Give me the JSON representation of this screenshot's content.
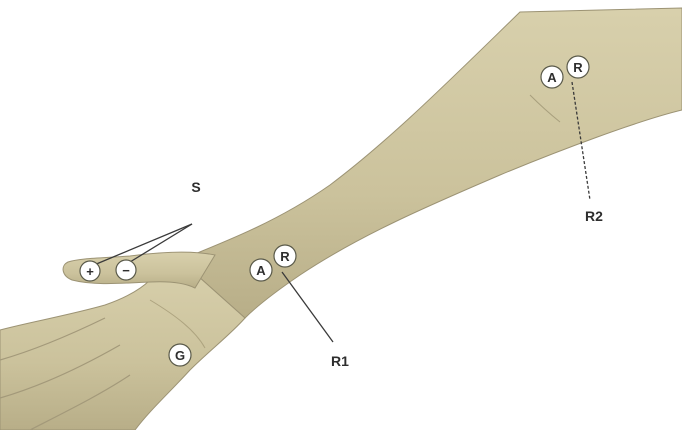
{
  "labels": {
    "stimulator": "S",
    "anode_distal": "A",
    "reference_distal": "R",
    "anode_proximal": "A",
    "reference_proximal": "R",
    "ground": "G",
    "recording_1": "R1",
    "recording_2": "R2",
    "positive": "+",
    "negative": "−"
  },
  "colors": {
    "skin": "#cfc6a0",
    "skin_shadow": "#b3a985",
    "marker_fill": "#ffffff",
    "line": "#3a3a3a"
  }
}
